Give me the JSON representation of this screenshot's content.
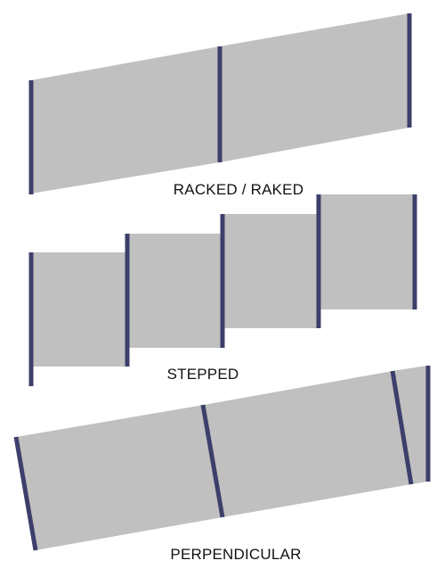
{
  "colors": {
    "panel": "#c0c0c0",
    "post": "#3d3f6b",
    "text": "#111111"
  },
  "labels": {
    "racked": "RACKED / RAKED",
    "stepped": "STEPPED",
    "perpendicular": "PERPENDICULAR"
  }
}
